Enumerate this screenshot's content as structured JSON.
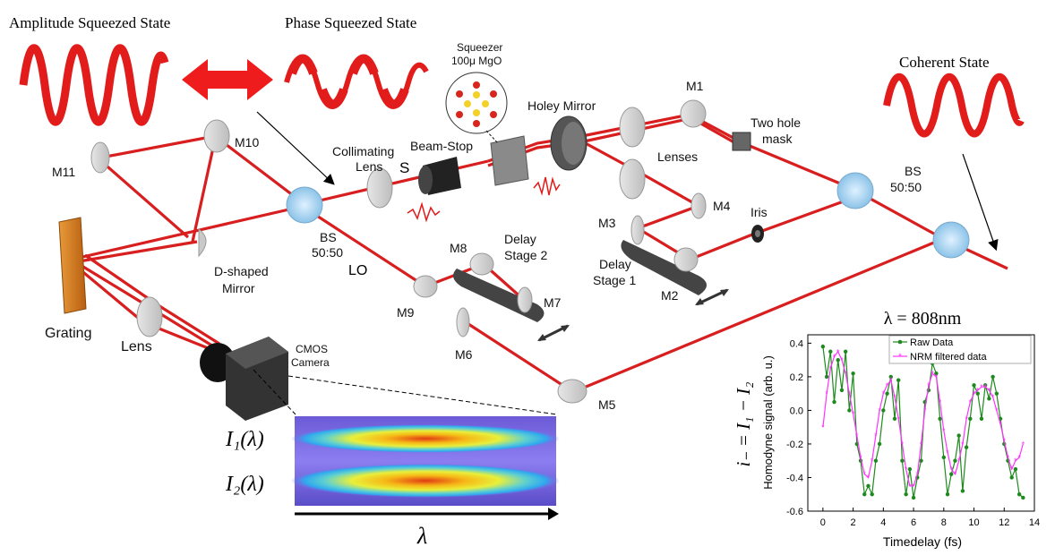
{
  "headings": {
    "amplitude": "Amplitude Squeezed State",
    "phase": "Phase Squeezed State",
    "coherent": "Coherent State"
  },
  "labels": {
    "squeezer_line1": "Squeezer",
    "squeezer_line2": "100μ MgO",
    "holey_mirror": "Holey Mirror",
    "m1": "M1",
    "two_hole_line1": "Two hole",
    "two_hole_line2": "mask",
    "lenses": "Lenses",
    "m10": "M10",
    "m11": "M11",
    "collimating_line1": "Collimating",
    "collimating_line2": "Lens",
    "beam_stop": "Beam-Stop",
    "s": "S",
    "bs_right_line1": "BS",
    "bs_right_line2": "50:50",
    "m4": "M4",
    "iris": "Iris",
    "m3": "M3",
    "bs_left_line1": "BS",
    "bs_left_line2": "50:50",
    "m8": "M8",
    "delay2_line1": "Delay",
    "delay2_line2": "Stage 2",
    "delay1_line1": "Delay",
    "delay1_line2": "Stage 1",
    "d_mirror_line1": "D-shaped",
    "d_mirror_line2": "Mirror",
    "lo": "LO",
    "m9": "M9",
    "m7": "M7",
    "m2": "M2",
    "grating": "Grating",
    "lens": "Lens",
    "m6": "M6",
    "m5": "M5",
    "cmos_line1": "CMOS",
    "cmos_line2": "Camera",
    "i1": "I₁(λ)",
    "i2": "I₂(λ)",
    "lambda_arrow": "λ"
  },
  "chart_data": {
    "type": "line",
    "title": "λ = 808nm",
    "xlabel": "Timedelay (fs)",
    "ylabel": "Homodyne signal (arb. u.)",
    "ylabel_outer": "i₋ = I₁ − I₂",
    "xlim": [
      -1,
      14
    ],
    "ylim": [
      -0.6,
      0.45
    ],
    "xticks": [
      0,
      2,
      4,
      6,
      8,
      10,
      12,
      14
    ],
    "yticks": [
      -0.6,
      -0.4,
      -0.2,
      0.0,
      0.2,
      0.4
    ],
    "ytick_labels": [
      "-0.6",
      "-0.4",
      "-0.2",
      "0.0",
      "0.2",
      "0.4"
    ],
    "legend_position": "top-right",
    "series": [
      {
        "name": "Raw Data",
        "color": "#1e8a1e",
        "marker": "circle",
        "x": [
          0.0,
          0.25,
          0.5,
          0.75,
          1.0,
          1.25,
          1.5,
          1.75,
          2.0,
          2.25,
          2.5,
          2.75,
          3.0,
          3.25,
          3.5,
          3.75,
          4.0,
          4.25,
          4.5,
          4.75,
          5.0,
          5.25,
          5.5,
          5.75,
          6.0,
          6.25,
          6.5,
          6.75,
          7.0,
          7.25,
          7.5,
          7.75,
          8.0,
          8.25,
          8.5,
          8.75,
          9.0,
          9.25,
          9.5,
          9.75,
          10.0,
          10.25,
          10.5,
          10.75,
          11.0,
          11.25,
          11.5,
          11.75,
          12.0,
          12.25,
          12.5,
          12.75,
          13.0,
          13.25
        ],
        "y": [
          0.38,
          0.2,
          0.35,
          0.05,
          0.3,
          0.12,
          0.35,
          0.0,
          0.22,
          -0.2,
          -0.3,
          -0.5,
          -0.45,
          -0.5,
          -0.3,
          -0.2,
          0.0,
          0.1,
          0.2,
          -0.05,
          0.18,
          -0.3,
          -0.5,
          -0.35,
          -0.52,
          -0.4,
          -0.3,
          0.05,
          0.12,
          0.28,
          0.22,
          -0.05,
          -0.28,
          -0.5,
          -0.38,
          -0.3,
          -0.15,
          -0.48,
          -0.22,
          -0.05,
          0.15,
          0.1,
          -0.05,
          0.15,
          0.07,
          0.2,
          0.1,
          -0.05,
          -0.2,
          -0.3,
          -0.4,
          -0.35,
          -0.5,
          -0.52
        ]
      },
      {
        "name": "NRM filtered data",
        "color": "#ff33ff",
        "marker": "star",
        "x": [
          0.0,
          0.25,
          0.5,
          0.75,
          1.0,
          1.25,
          1.5,
          1.75,
          2.0,
          2.25,
          2.5,
          2.75,
          3.0,
          3.25,
          3.5,
          3.75,
          4.0,
          4.25,
          4.5,
          4.75,
          5.0,
          5.25,
          5.5,
          5.75,
          6.0,
          6.25,
          6.5,
          6.75,
          7.0,
          7.25,
          7.5,
          7.75,
          8.0,
          8.25,
          8.5,
          8.75,
          9.0,
          9.25,
          9.5,
          9.75,
          10.0,
          10.25,
          10.5,
          10.75,
          11.0,
          11.25,
          11.5,
          11.75,
          12.0,
          12.25,
          12.5,
          12.75,
          13.0,
          13.25
        ],
        "y": [
          -0.1,
          0.1,
          0.25,
          0.32,
          0.35,
          0.3,
          0.22,
          0.1,
          -0.02,
          -0.15,
          -0.28,
          -0.38,
          -0.4,
          -0.3,
          -0.15,
          0.0,
          0.1,
          0.15,
          0.18,
          0.08,
          -0.05,
          -0.2,
          -0.35,
          -0.45,
          -0.45,
          -0.38,
          -0.2,
          0.0,
          0.15,
          0.22,
          0.2,
          0.05,
          -0.12,
          -0.25,
          -0.35,
          -0.38,
          -0.3,
          -0.2,
          -0.05,
          0.05,
          0.1,
          0.12,
          0.14,
          0.14,
          0.12,
          0.08,
          0.0,
          -0.08,
          -0.18,
          -0.28,
          -0.35,
          -0.3,
          -0.28,
          -0.2
        ]
      }
    ],
    "ticks_x": [
      "0",
      "2",
      "4",
      "6",
      "8",
      "10",
      "12",
      "14"
    ]
  }
}
